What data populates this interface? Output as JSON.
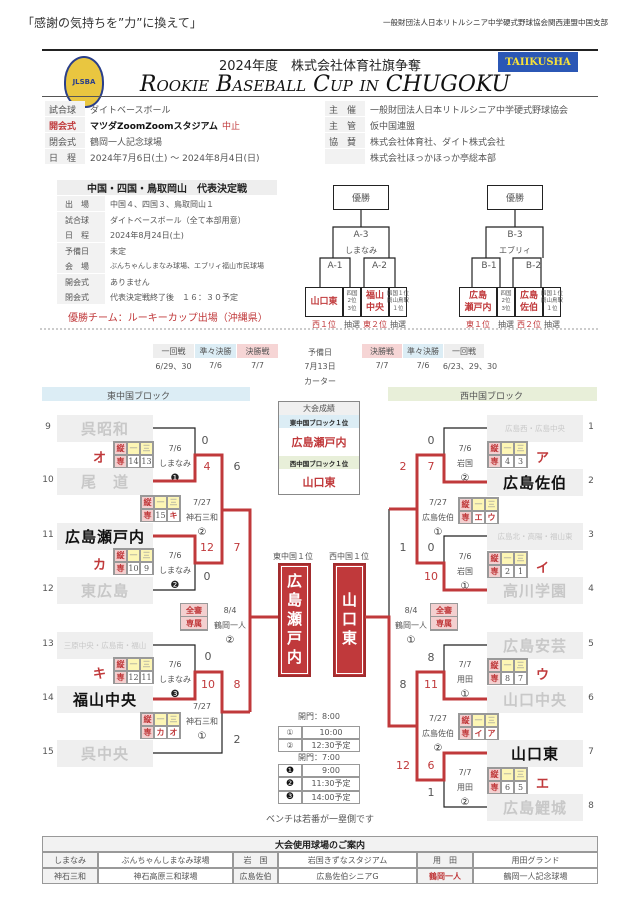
{
  "header": {
    "quote": "「感謝の気持ちを”力”に換えて」",
    "org": "一般財団法人日本リトルシニア中学硬式野球協会関西連盟中国支部",
    "subtitle": "2024年度　株式会社体育社旗争奪",
    "title": "Rookie Baseball Cup in CHUGOKU",
    "sponsor_logo": "TAIIKUSHA",
    "logo_text": "JLSBA"
  },
  "info": {
    "left": [
      {
        "label": "試合球",
        "value": "ダイトベースボール"
      },
      {
        "label": "開会式",
        "value": "マツダZoomZoomスタジアム",
        "note": "中止"
      },
      {
        "label": "閉会式",
        "value": "鶴岡一人記念球場"
      },
      {
        "label": "日　程",
        "value": "2024年7月6日(土) ～ 2024年8月4日(日)"
      }
    ],
    "right": [
      {
        "label": "主　催",
        "value": "一般財団法人日本リトルシニア中学硬式野球協会"
      },
      {
        "label": "主　管",
        "value": "仮中国連盟"
      },
      {
        "label": "協　賛",
        "value": "株式会社体育社、ダイト株式会社"
      },
      {
        "label": "",
        "value": "株式会社ほっかほっか亭総本部"
      }
    ]
  },
  "rep": {
    "title": "中国・四国・鳥取岡山　代表決定戦",
    "rows": [
      {
        "label": "出　場",
        "value": "中国４、四国３、鳥取岡山１"
      },
      {
        "label": "試合球",
        "value": "ダイトベースボール（全て本部用意）"
      },
      {
        "label": "日　程",
        "value": "2024年8月24日(土)"
      },
      {
        "label": "予備日",
        "value": "未定"
      },
      {
        "label": "会　場",
        "value": "ぶんちゃんしまなみ球場、エブリィ福山市民球場"
      },
      {
        "label": "開会式",
        "value": "ありません"
      },
      {
        "label": "閉会式",
        "value": "代表決定戦終了後　１６：３０予定"
      }
    ],
    "winner_note": "優勝チーム：ルーキーカップ出場（沖縄県）"
  },
  "rep_brackets": [
    {
      "champion": "優勝",
      "final": "A-3",
      "venue": "しまなみ",
      "left": "A-1",
      "right": "A-2",
      "cells": [
        "山口東",
        "四国\n2位\n3位",
        "福山\n中央",
        "四国１位\n岡山鳥取\n１位"
      ],
      "labels": [
        "西１位",
        "抽選",
        "東２位",
        "抽選"
      ]
    },
    {
      "champion": "優勝",
      "final": "B-3",
      "venue": "エブリィ",
      "left": "B-1",
      "right": "B-2",
      "cells": [
        "広島\n瀬戸内",
        "四国\n2位\n3位",
        "広島\n佐伯",
        "四国１位\n岡山鳥取\n１位"
      ],
      "labels": [
        "東１位",
        "抽選",
        "西２位",
        "抽選"
      ]
    }
  ],
  "schedule": {
    "east": [
      {
        "round": "一回戦",
        "date": "6/29、30"
      },
      {
        "round": "準々決勝",
        "date": "7/6"
      },
      {
        "round": "決勝戦",
        "date": "7/7"
      }
    ],
    "reserve": {
      "label": "予備日",
      "date": "7月13日",
      "venue": "カーター"
    },
    "west": [
      {
        "round": "決勝戦",
        "date": "7/7"
      },
      {
        "round": "準々決勝",
        "date": "7/6"
      },
      {
        "round": "一回戦",
        "date": "6/23、29、30"
      }
    ]
  },
  "results": {
    "title": "大会成績",
    "east_label": "東中国ブロック１位",
    "east_team": "広島瀬戸内",
    "west_label": "西中国ブロック１位",
    "west_team": "山口東"
  },
  "table_labels": {
    "r1": [
      "縦",
      "一",
      "三"
    ],
    "r2": "専",
    "zen": "全審",
    "sen": "専属"
  },
  "east": {
    "header": "東中国ブロック",
    "teams": [
      {
        "seed": "9",
        "name": "呉昭和"
      },
      {
        "seed": "10",
        "name": "尾　道"
      },
      {
        "seed": "11",
        "name": "広島瀬戸内",
        "win": true
      },
      {
        "seed": "12",
        "name": "東広島"
      },
      {
        "seed": "13",
        "name": "三原中央・広島南・福山"
      },
      {
        "seed": "14",
        "name": "福山中央",
        "win": true
      },
      {
        "seed": "15",
        "name": "呉中央"
      }
    ],
    "scores": [
      "0",
      "4",
      "6",
      "12",
      "7",
      "0",
      "0",
      "10",
      "8",
      "2"
    ],
    "matches": [
      {
        "date": "7/6",
        "venue": "しまなみ",
        "num": "❶"
      },
      {
        "date": "7/27",
        "venue": "神石三和",
        "num": "②"
      },
      {
        "date": "7/6",
        "venue": "しまなみ",
        "num": "❷"
      },
      {
        "date": "8/4",
        "venue": "鶴岡一人",
        "num": "②"
      },
      {
        "date": "7/6",
        "venue": "しまなみ",
        "num": "❸"
      },
      {
        "date": "7/27",
        "venue": "神石三和",
        "num": "①"
      }
    ],
    "tables": [
      {
        "letter": "オ",
        "v": [
          "14",
          "13"
        ]
      },
      {
        "letter": "",
        "v": [
          "15",
          "キ"
        ]
      },
      {
        "letter": "カ",
        "v": [
          "10",
          "9"
        ]
      },
      {
        "letter": "キ",
        "v": [
          "12",
          "11"
        ]
      },
      {
        "letter": "",
        "v": [
          "カ",
          "オ"
        ]
      }
    ],
    "first_label": "東中国１位",
    "first_team": "広島瀬戸内"
  },
  "west": {
    "header": "西中国ブロック",
    "teams": [
      {
        "seed": "1",
        "name": "広島西・広島中央"
      },
      {
        "seed": "2",
        "name": "広島佐伯",
        "win": true
      },
      {
        "seed": "3",
        "name": "広島北・高陽・福山東"
      },
      {
        "seed": "4",
        "name": "高川学園"
      },
      {
        "seed": "5",
        "name": "広島安芸"
      },
      {
        "seed": "6",
        "name": "山口中央"
      },
      {
        "seed": "7",
        "name": "山口東",
        "win": true
      },
      {
        "seed": "8",
        "name": "広島鯉城"
      }
    ],
    "scores": [
      "0",
      "2",
      "7",
      "1",
      "0",
      "10",
      "8",
      "8",
      "11",
      "12",
      "6",
      "1"
    ],
    "matches": [
      {
        "date": "7/6",
        "venue": "岩国",
        "num": "②"
      },
      {
        "date": "7/27",
        "venue": "広島佐伯",
        "num": "①"
      },
      {
        "date": "7/6",
        "venue": "岩国",
        "num": "①"
      },
      {
        "date": "8/4",
        "venue": "鶴岡一人",
        "num": "①"
      },
      {
        "date": "7/7",
        "venue": "用田",
        "num": "①"
      },
      {
        "date": "7/27",
        "venue": "広島佐伯",
        "num": "②"
      },
      {
        "date": "7/7",
        "venue": "用田",
        "num": "②"
      }
    ],
    "tables": [
      {
        "letter": "ア",
        "v": [
          "4",
          "3"
        ]
      },
      {
        "letter": "",
        "v": [
          "エ",
          "ウ"
        ]
      },
      {
        "letter": "イ",
        "v": [
          "2",
          "1"
        ]
      },
      {
        "letter": "ウ",
        "v": [
          "8",
          "7"
        ]
      },
      {
        "letter": "",
        "v": [
          "イ",
          "ア"
        ]
      },
      {
        "letter": "エ",
        "v": [
          "6",
          "5"
        ]
      }
    ],
    "first_label": "西中国１位",
    "first_team": "山口東"
  },
  "times": {
    "gate1": "開門：8:00",
    "set1": [
      {
        "n": "①",
        "t": "10:00"
      },
      {
        "n": "②",
        "t": "12:30予定"
      }
    ],
    "gate2": "開門：7:00",
    "set2": [
      {
        "n": "❶",
        "t": "9:00"
      },
      {
        "n": "❷",
        "t": "11:30予定"
      },
      {
        "n": "❸",
        "t": "14:00予定"
      }
    ],
    "bench_note": "ベンチは若番が一塁側です"
  },
  "venues": {
    "title": "大会使用球場のご案内",
    "rows": [
      [
        {
          "k": "しまなみ",
          "v": "ぶんちゃんしまなみ球場"
        },
        {
          "k": "岩　国",
          "v": "岩国きずなスタジアム"
        },
        {
          "k": "用　田",
          "v": "用田グランド"
        }
      ],
      [
        {
          "k": "神石三和",
          "v": "神石高原三和球場"
        },
        {
          "k": "広島佐伯",
          "v": "広島佐伯シニアG"
        },
        {
          "k": "鶴岡一人",
          "v": "鶴岡一人記念球場",
          "hl": true
        }
      ]
    ]
  },
  "colors": {
    "red": "#c0393b",
    "east_bg": "#dcedf5",
    "west_bg": "#e8efd9"
  }
}
